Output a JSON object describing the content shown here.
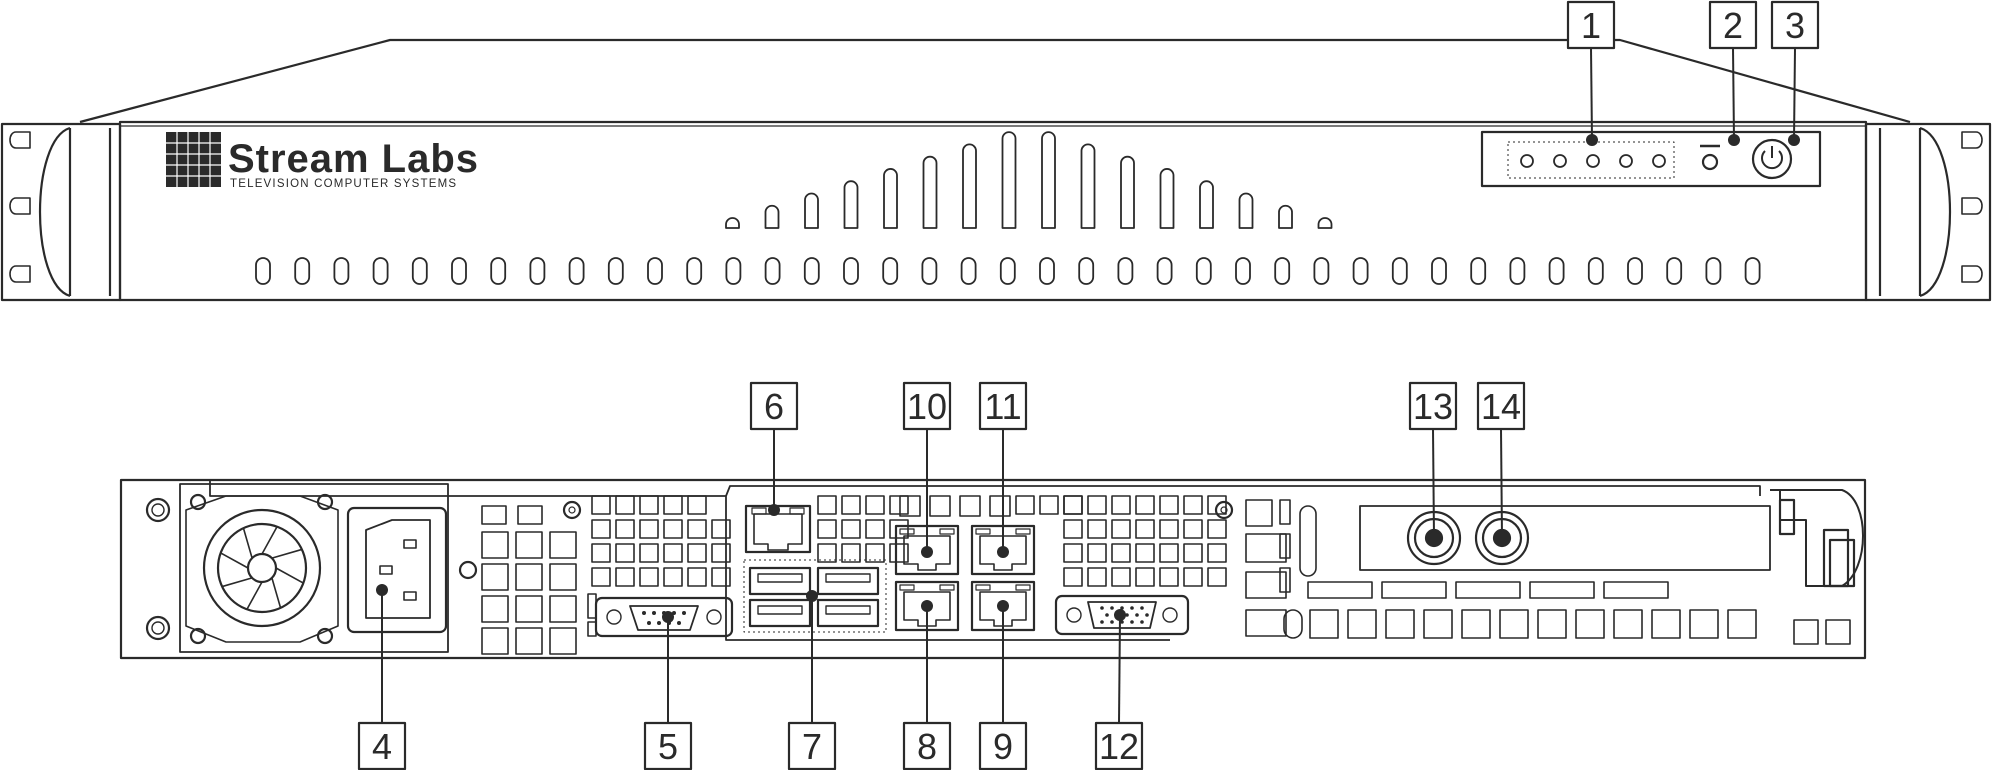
{
  "brand": {
    "name": "Stream Labs",
    "tagline": "TELEVISION COMPUTER SYSTEMS"
  },
  "callouts": {
    "c1": "1",
    "c2": "2",
    "c3": "3",
    "c4": "4",
    "c5": "5",
    "c6": "6",
    "c7": "7",
    "c8": "8",
    "c9": "9",
    "c10": "10",
    "c11": "11",
    "c12": "12",
    "c13": "13",
    "c14": "14"
  },
  "colors": {
    "line": "#2a2a2a",
    "background": "#ffffff"
  }
}
